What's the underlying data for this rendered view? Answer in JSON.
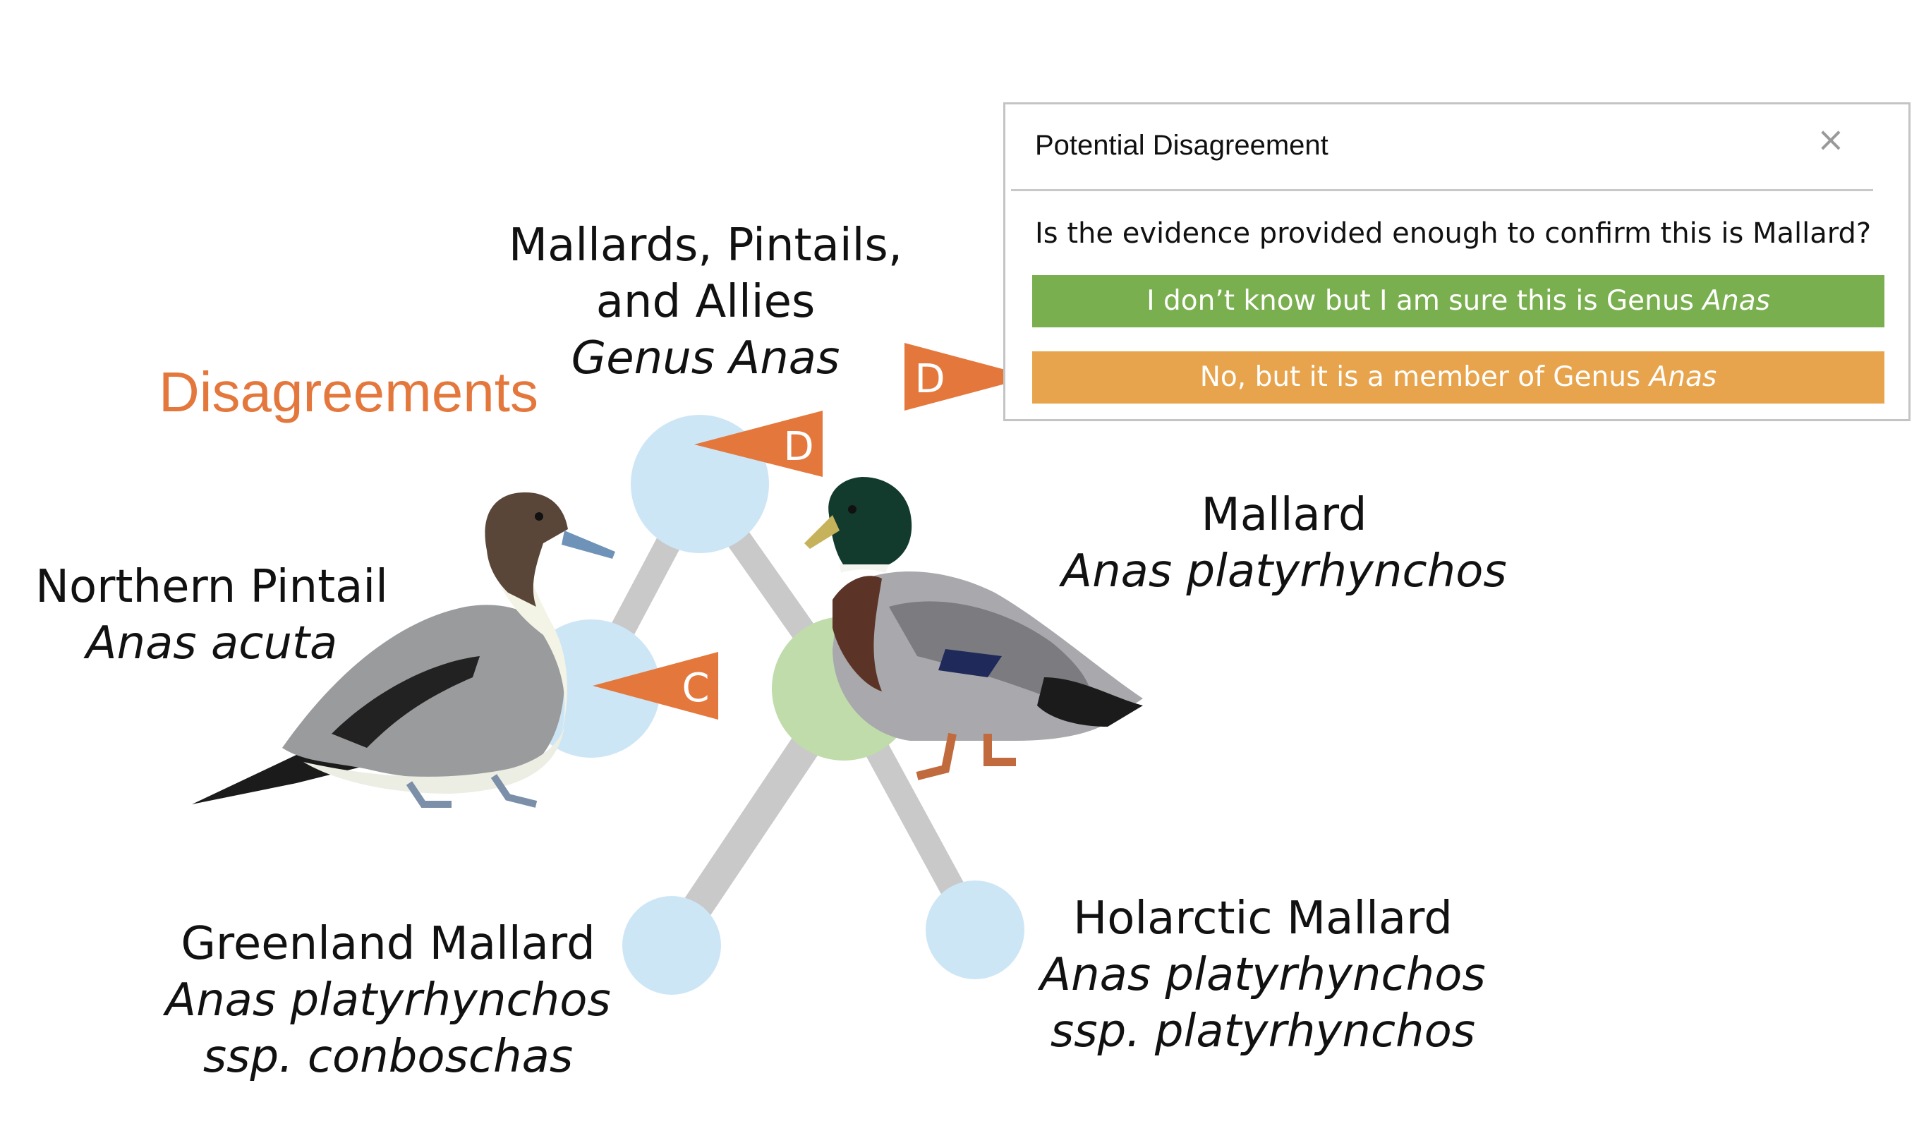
{
  "title": "Disagreements",
  "colors": {
    "title": "#e4773c",
    "flag": "#e4773c",
    "edge": "#c9c9c9",
    "node_default": "#cde6f6",
    "node_selected": "#c0dcab",
    "option_a": "#7aaf4f",
    "option_b": "#e8a44c"
  },
  "taxa": {
    "genus": {
      "line1": "Mallards, Pintails,",
      "line2": "and Allies",
      "sci": "Genus Anas"
    },
    "pintail": {
      "common": "Northern Pintail",
      "sci": "Anas acuta"
    },
    "mallard": {
      "common": "Mallard",
      "sci": "Anas platyrhynchos"
    },
    "greenland": {
      "common": "Greenland Mallard",
      "sci1": "Anas platyrhynchos",
      "sci2": "ssp. conboschas"
    },
    "holarctic": {
      "common": "Holarctic Mallard",
      "sci1": "Anas platyrhynchos",
      "sci2": "ssp. platyrhynchos"
    }
  },
  "flags": {
    "genus": "D",
    "pintail": "C",
    "dialog": "D"
  },
  "illustrations": {
    "pintail": "northern-pintail-duck",
    "mallard": "mallard-drake"
  },
  "dialog": {
    "title": "Potential Disagreement",
    "close": "×",
    "question": "Is the evidence provided enough to confirm this is Mallard?",
    "option_a": {
      "text": "I don’t know but I am sure this is Genus ",
      "emph": "Anas"
    },
    "option_b": {
      "text": "No, but it is a member of Genus ",
      "emph": "Anas"
    }
  }
}
